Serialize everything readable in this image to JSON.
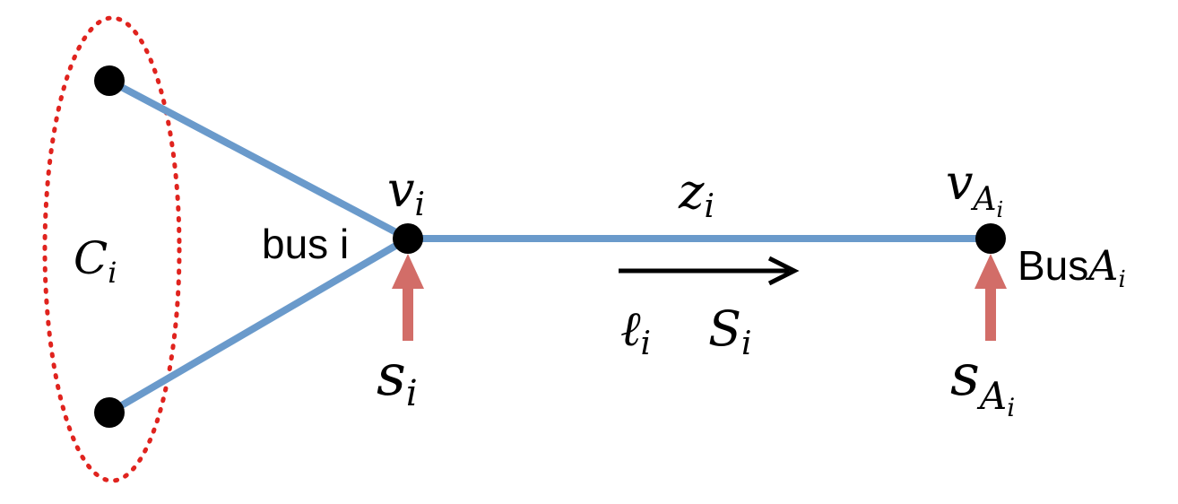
{
  "colors": {
    "line": "#6A9ACB",
    "node": "#000000",
    "arrow_injection": "#D26D68",
    "dotted_ellipse": "#E0231E",
    "flow_arrow": "#000000"
  },
  "labels": {
    "cluster": {
      "main": "C",
      "sub": "i"
    },
    "voltage_i": {
      "main": "v",
      "sub": "i"
    },
    "impedance": {
      "main": "z",
      "sub": "i"
    },
    "voltage_A": {
      "main": "v",
      "sub": "A",
      "subsub": "i"
    },
    "bus_i": "bus i",
    "bus_A": {
      "text": "Bus",
      "main": "A",
      "sub": "i"
    },
    "current": {
      "main": "ℓ",
      "sub": "i"
    },
    "power_flow": {
      "main": "S",
      "sub": "i"
    },
    "injection_i": {
      "main": "s",
      "sub": "i"
    },
    "injection_A": {
      "main": "s",
      "sub": "A",
      "subsub": "i"
    }
  }
}
